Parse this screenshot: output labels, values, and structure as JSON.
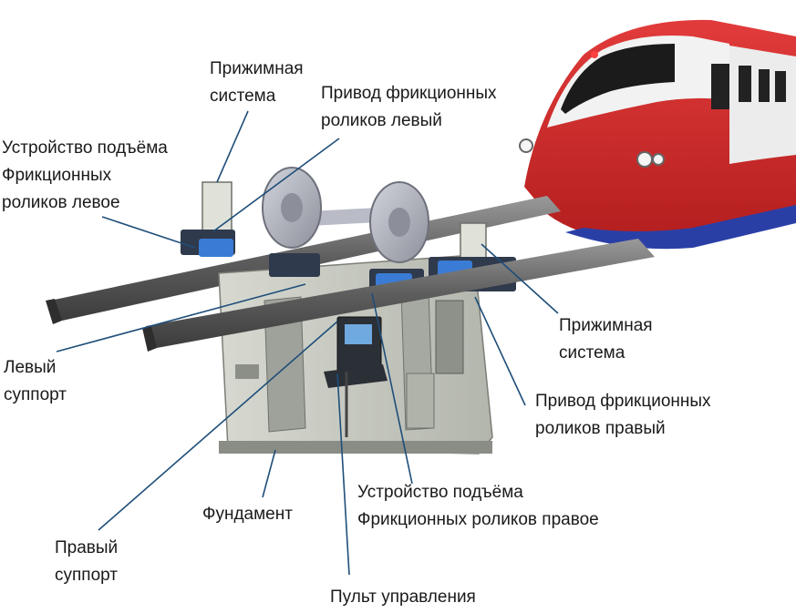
{
  "labels": {
    "clamp_left": [
      "Прижимная",
      "система"
    ],
    "drive_left": [
      "Привод фрикционных",
      "роликов левый"
    ],
    "lift_left": [
      "Устройство подъёма",
      "Фрикционных",
      "роликов левое"
    ],
    "clamp_right": [
      "Прижимная",
      "система"
    ],
    "drive_right": [
      "Привод фрикционных",
      "роликов правый"
    ],
    "support_left": [
      "Левый",
      "суппорт"
    ],
    "lift_right": [
      "Устройство подъёма",
      "Фрикционных роликов правое"
    ],
    "foundation": [
      "Фундамент"
    ],
    "support_right": [
      "Правый",
      "суппорт"
    ],
    "console": [
      "Пульт управления"
    ]
  },
  "colors": {
    "leader": "#1f4e79",
    "text": "#1a1a1a",
    "train_red": "#d42a2a",
    "train_blue": "#2a3fa6",
    "machine_gray": "#c9ccc4",
    "drive_blue": "#3a7bd5",
    "rail_gray": "#6f6f6f",
    "wheel_gray": "#a8abb5"
  }
}
